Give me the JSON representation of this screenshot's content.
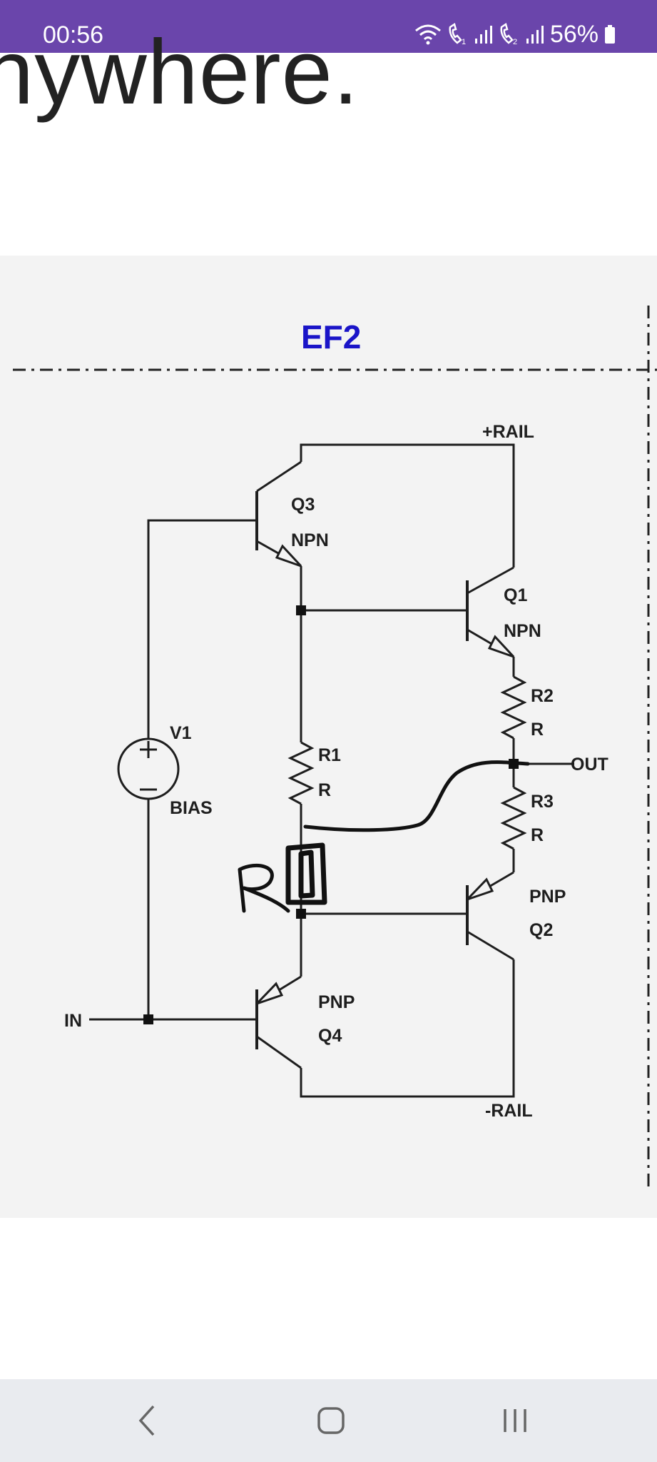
{
  "status_bar": {
    "time": "00:56",
    "battery_percent": "56%",
    "icons": [
      "wifi-icon",
      "call-sim1-icon",
      "signal-icon",
      "call-sim2-icon",
      "signal-icon",
      "battery-icon"
    ],
    "background_color": "#6a45ab"
  },
  "page": {
    "heading_fragment": "nywhere."
  },
  "schematic": {
    "title": "EF2",
    "title_color": "#1a14c8",
    "labels": {
      "rail_pos": "+RAIL",
      "rail_neg": "-RAIL",
      "q3_name": "Q3",
      "q3_type": "NPN",
      "q1_name": "Q1",
      "q1_type": "NPN",
      "q2_type": "PNP",
      "q2_name": "Q2",
      "q4_type": "PNP",
      "q4_name": "Q4",
      "r1_name": "R1",
      "r1_value": "R",
      "r2_name": "R2",
      "r2_value": "R",
      "r3_name": "R3",
      "r3_value": "R",
      "v1_name": "V1",
      "v1_value": "BIAS",
      "input": "IN",
      "output": "OUT"
    },
    "handwritten_label": "R"
  },
  "nav_bar": {
    "buttons": [
      "back-icon",
      "home-icon",
      "recents-icon"
    ]
  }
}
